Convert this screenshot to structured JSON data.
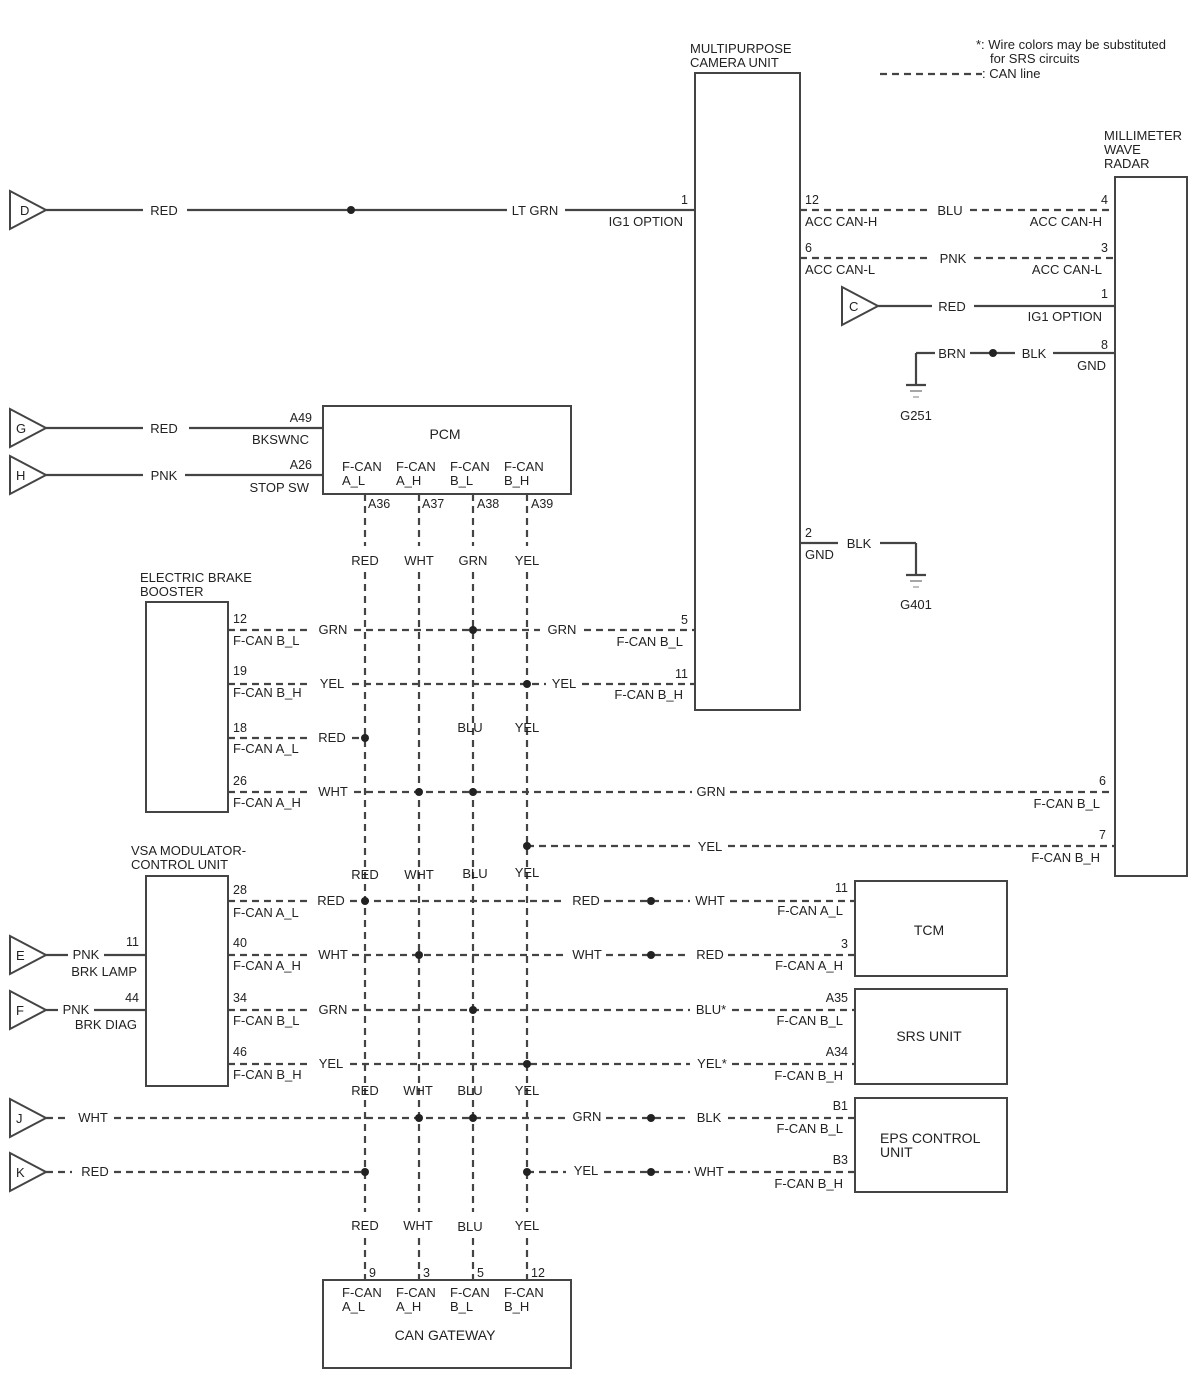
{
  "note": {
    "line1": "*: Wire colors may be substituted",
    "line2": "for SRS circuits",
    "legend": ": CAN line"
  },
  "components": {
    "camera_line1": "MULTIPURPOSE",
    "camera_line2": "CAMERA UNIT",
    "radar_line1": "MILLIMETER",
    "radar_line2": "WAVE",
    "radar_line3": "RADAR",
    "pcm": "PCM",
    "ebb_line1": "ELECTRIC BRAKE",
    "ebb_line2": "BOOSTER",
    "vsa_line1": "VSA MODULATOR-",
    "vsa_line2": "CONTROL UNIT",
    "tcm": "TCM",
    "srs": "SRS UNIT",
    "eps_line1": "EPS CONTROL",
    "eps_line2": "UNIT",
    "gateway": "CAN GATEWAY"
  },
  "connectors": {
    "D": "D",
    "G": "G",
    "H": "H",
    "C": "C",
    "E": "E",
    "F": "F",
    "J": "J",
    "K": "K"
  },
  "grounds": {
    "g251": "G251",
    "g401": "G401"
  },
  "pins": {
    "cam_1": "1",
    "cam_12": "12",
    "cam_6": "6",
    "cam_2": "2",
    "cam_5": "5",
    "cam_11": "11",
    "rad_4": "4",
    "rad_3": "3",
    "rad_1": "1",
    "rad_8": "8",
    "rad_6": "6",
    "rad_7": "7",
    "pcm_a49": "A49",
    "pcm_a26": "A26",
    "pcm_a36": "A36",
    "pcm_a37": "A37",
    "pcm_a38": "A38",
    "pcm_a39": "A39",
    "ebb_12": "12",
    "ebb_19": "19",
    "ebb_18": "18",
    "ebb_26": "26",
    "vsa_28": "28",
    "vsa_40": "40",
    "vsa_34": "34",
    "vsa_46": "46",
    "vsa_11": "11",
    "vsa_44": "44",
    "tcm_11": "11",
    "tcm_3": "3",
    "srs_a35": "A35",
    "srs_a34": "A34",
    "eps_b1": "B1",
    "eps_b3": "B3",
    "gw_9": "9",
    "gw_3": "3",
    "gw_5": "5",
    "gw_12": "12"
  },
  "signals": {
    "ig1_option": "IG1 OPTION",
    "acc_can_h": "ACC CAN-H",
    "acc_can_l": "ACC CAN-L",
    "gnd": "GND",
    "bkswnc": "BKSWNC",
    "stop_sw": "STOP SW",
    "brk_lamp": "BRK LAMP",
    "brk_diag": "BRK DIAG",
    "fcan": "F-CAN",
    "a_l": "A_L",
    "a_h": "A_H",
    "b_l": "B_L",
    "b_h": "B_H",
    "fcan_a_l": "F-CAN A_L",
    "fcan_a_h": "F-CAN A_H",
    "fcan_b_l": "F-CAN B_L",
    "fcan_b_h": "F-CAN B_H"
  },
  "wires": {
    "red": "RED",
    "lt_grn": "LT GRN",
    "blu": "BLU",
    "pnk": "PNK",
    "brn": "BRN",
    "blk": "BLK",
    "wht": "WHT",
    "grn": "GRN",
    "yel": "YEL",
    "blu_star": "BLU*",
    "yel_star": "YEL*"
  }
}
